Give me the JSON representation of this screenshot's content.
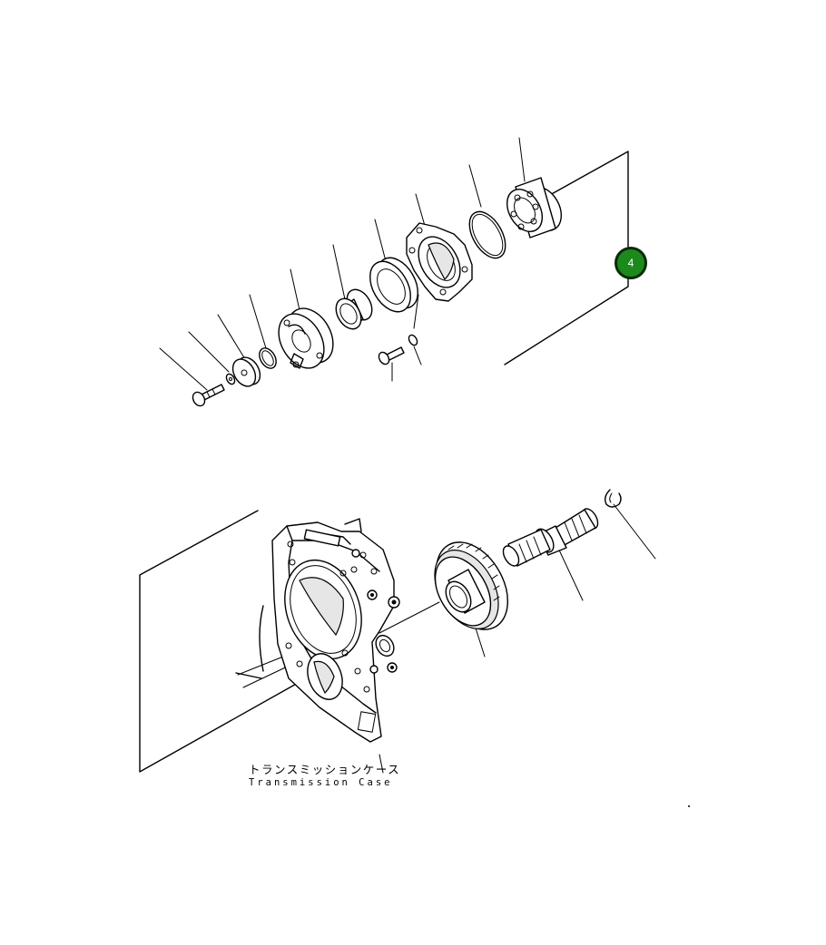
{
  "diagram": {
    "label_japanese": "トランスミッションケース",
    "label_english": "Transmission Case",
    "callout": "4",
    "callout_color": "#1b8a1b",
    "callout_border_color": "#0b2a0b"
  }
}
